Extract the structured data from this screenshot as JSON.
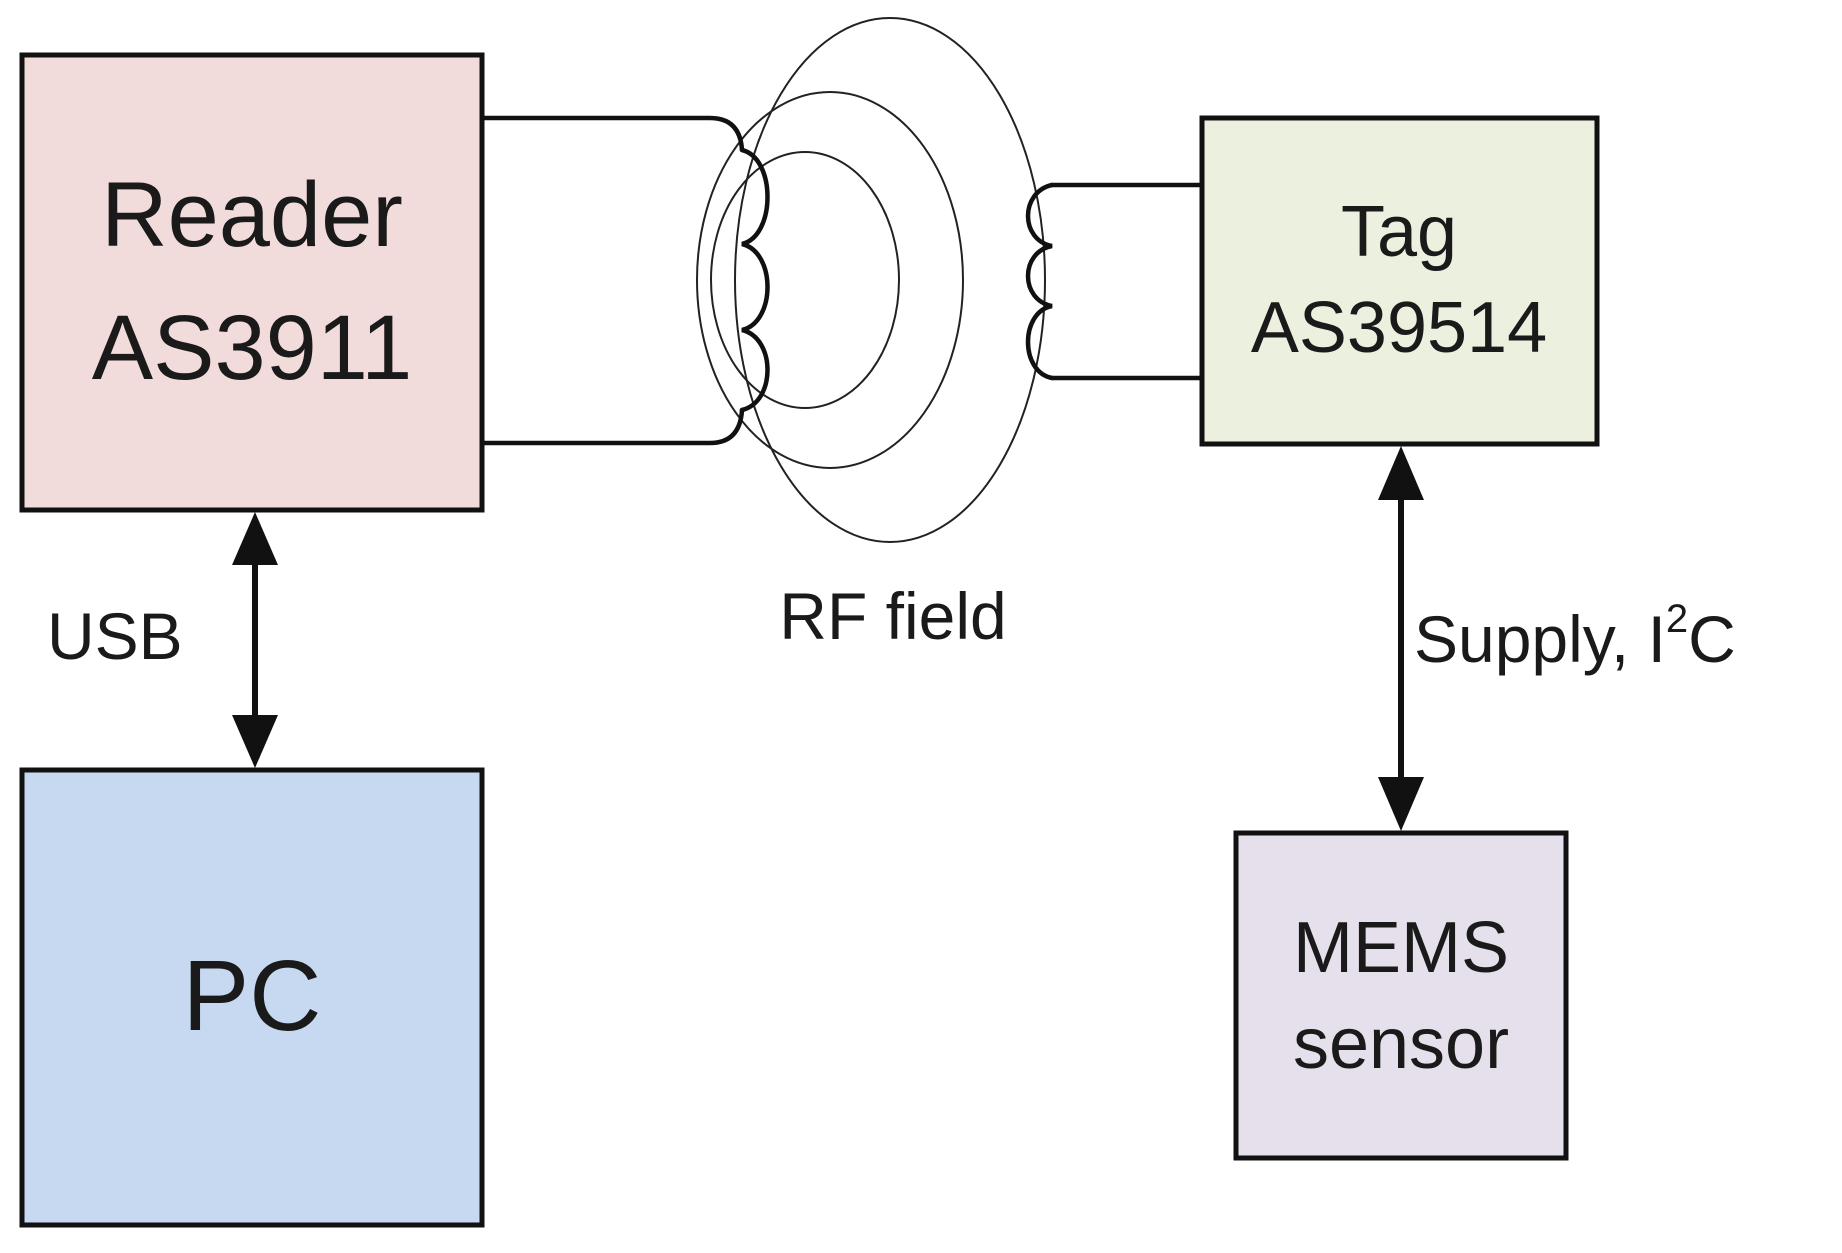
{
  "reader": {
    "line1": "Reader",
    "line2": "AS3911",
    "fill": "#f2dcdb"
  },
  "pc": {
    "label": "PC",
    "fill": "#c6d9f1"
  },
  "tag": {
    "line1": "Tag",
    "line2": "AS39514",
    "fill": "#ebf1de"
  },
  "sensor": {
    "line1": "MEMS",
    "line2": "sensor",
    "fill": "#e6e0ec"
  },
  "links": {
    "usb": "USB",
    "rf_field": "RF field",
    "supply_prefix": "Supply, I",
    "supply_sup": "2",
    "supply_suffix": "C"
  },
  "colors": {
    "stroke": "#111111",
    "text": "#1a1a1a",
    "background": "#ffffff"
  }
}
